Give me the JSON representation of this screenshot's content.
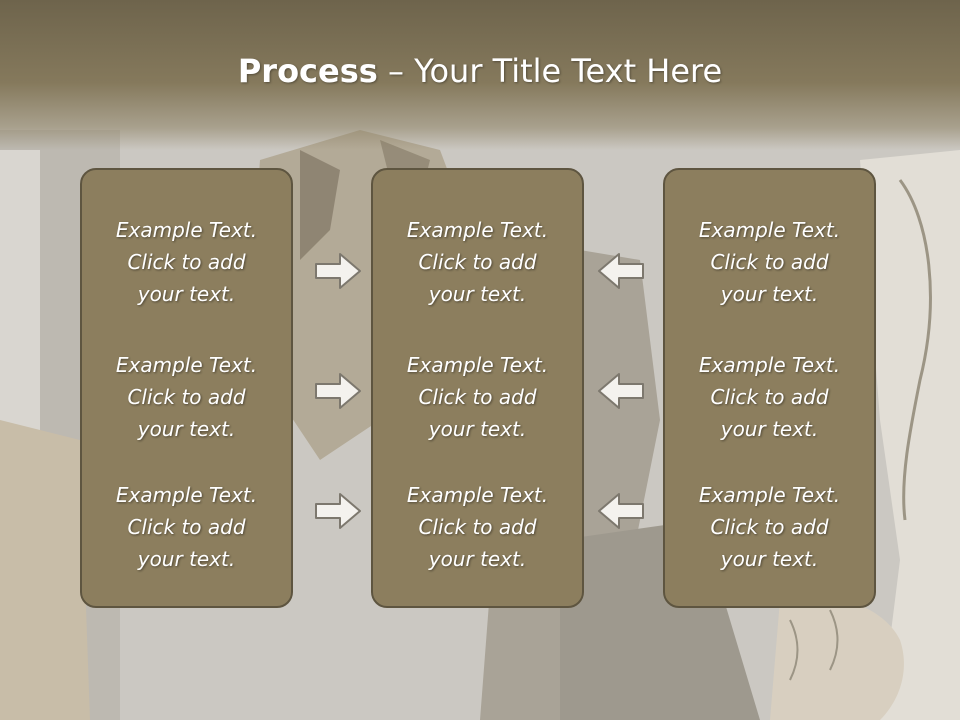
{
  "title": {
    "bold": "Process",
    "rest": " – Your Title Text Here"
  },
  "columns": [
    {
      "items": [
        {
          "line1": "Example Text.",
          "line2": "Click  to add",
          "line3": "your text."
        },
        {
          "line1": "Example Text.",
          "line2": "Click  to add",
          "line3": "your text."
        },
        {
          "line1": "Example Text.",
          "line2": "Click  to add",
          "line3": "your text."
        }
      ]
    },
    {
      "items": [
        {
          "line1": "Example Text.",
          "line2": "Click  to add",
          "line3": "your text."
        },
        {
          "line1": "Example Text.",
          "line2": "Click  to add",
          "line3": "your text."
        },
        {
          "line1": "Example Text.",
          "line2": "Click  to add",
          "line3": "your text."
        }
      ]
    },
    {
      "items": [
        {
          "line1": "Example Text.",
          "line2": "Click  to add",
          "line3": "your text."
        },
        {
          "line1": "Example Text.",
          "line2": "Click  to add",
          "line3": "your text."
        },
        {
          "line1": "Example Text.",
          "line2": "Click  to add",
          "line3": "your text."
        }
      ]
    }
  ],
  "arrows": {
    "left": [
      "arrow-right-icon",
      "arrow-right-icon",
      "arrow-right-icon"
    ],
    "right": [
      "arrow-left-icon",
      "arrow-left-icon",
      "arrow-left-icon"
    ]
  },
  "colors": {
    "header": "#7a6f55",
    "box_fill": "#8c7e5e",
    "box_border": "#5e5540",
    "text": "#ffffff"
  }
}
